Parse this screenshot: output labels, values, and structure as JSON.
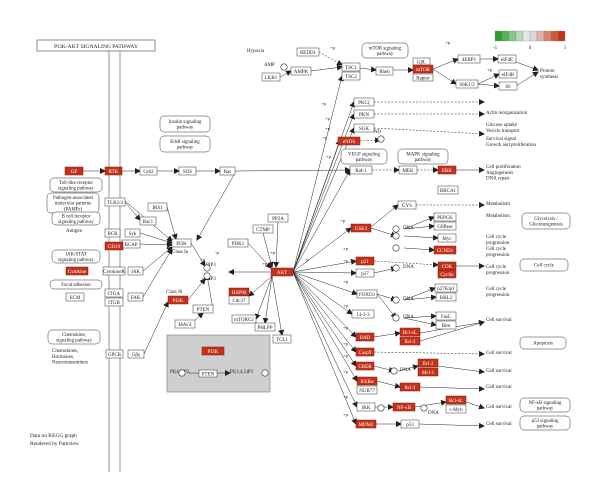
{
  "title": "PI3K-AKT SIGNALING PATHWAY",
  "footer": {
    "line1": "Data on KEGG graph",
    "line2": "Rendered by Pathview"
  },
  "legend": {
    "ticks": [
      "-1",
      "0",
      "1"
    ],
    "colors": [
      "#2e9d2e",
      "#58b058",
      "#88c688",
      "#b6dcb6",
      "#e6e6e6",
      "#d8d8d8",
      "#e2b0a4",
      "#d98470",
      "#cf5638",
      "#c4321b"
    ]
  },
  "colors": {
    "up": "#c4321b",
    "neutral": "#ffffff"
  },
  "genes": {
    "gf": "GF",
    "rtk": "RTK",
    "grb2": "Grb2",
    "sos": "SOS",
    "ras": "Ras",
    "tlr24": "TLR2/4",
    "rac1": "Rac1",
    "bcr": "BCR",
    "syk": "Syk",
    "bcap": "BCAP",
    "cd19": "CD19",
    "cytokine": "Cytokine",
    "cytokiner": "CytokineR",
    "jak": "JAK",
    "ecm": "ECM",
    "itga": "ITGA",
    "itgb": "ITGB",
    "fak": "FAK",
    "irs1": "IRS1",
    "pi3k_1a": "PI3K",
    "pi3k_1b": "PI3K",
    "pdk1": "PDK1",
    "ctmp": "CTMP",
    "pp2a": "PP2A",
    "akt": "AKT",
    "hsp90": "HSP90",
    "cdc37": "Cdc37",
    "mtorc2": "mTORC2",
    "phlpp": "PHLPP",
    "tcl1": "TCL1",
    "pten": "PTEN",
    "magi": "MAGI",
    "gpcr": "GPCR",
    "gbg": "Gβγ",
    "ampk": "AMPK",
    "lkb1": "LKB1",
    "redd1": "REDD1",
    "tsc1": "TSC1",
    "tsc2": "TSC2",
    "rheb": "Rheb",
    "gbl": "GβL",
    "mtor": "mTOR",
    "raptor": "Raptor",
    "ebp": "4EBP1",
    "eif4e": "eIF4E",
    "eif4b": "eIF4B",
    "s6k": "S6K1/2",
    "s6": "S6",
    "pkcz": "PKCζ",
    "pkn": "PKN",
    "sgk": "SGK",
    "enos": "eNOS",
    "raf1": "Raf-1",
    "mek": "MEK",
    "erk": "ERK",
    "brca1": "BRCA1",
    "gys": "GYS",
    "gsk3": "GSK3",
    "pepck": "PEPCK",
    "g6pase": "G6Pase",
    "myc": "Myc",
    "ccnd1": "CCND1",
    "p21": "p21",
    "p27": "p27",
    "cdk": "CDK",
    "cyclin": "Cyclin",
    "foxo3": "FOXO3",
    "p27kip1": "p27Kip1",
    "rbl2": "RBL2",
    "fasl": "FasL",
    "bim": "Bim",
    "b1433": "14-3-3",
    "bad": "BAD",
    "bclxl": "Bcl-xL",
    "bcl2": "Bcl-2",
    "casp9": "Casp9",
    "creb": "CREB",
    "bcl2b": "Bcl-2",
    "mcl1": "Mcl-1",
    "rxra": "RXRα",
    "nur77": "NUR77",
    "bcl2c": "Bcl-2",
    "ikk": "IKK",
    "nfkb": "NF-κB",
    "bclxl2": "Bcl-xL",
    "cmyb": "c-Myb",
    "mdm2": "MDM2",
    "p53": "p53",
    "pi3k_box": "PI3K",
    "pten_box": "PTEN"
  },
  "pathways": {
    "insulin": [
      "Insulin signaling",
      "pathway"
    ],
    "erbb": [
      "ErbB signaling",
      "pathway"
    ],
    "tlr": [
      "Toll-like receptor",
      "signaling pathway"
    ],
    "pamps": [
      "Pathogen-associated",
      "molecular patterns",
      "(PAMPs)"
    ],
    "bcell": [
      "B cell receptor",
      "signaling pathway"
    ],
    "jakstat": [
      "JAK/STAT",
      "signaling pathway"
    ],
    "focal": [
      "Focal adhesion"
    ],
    "chemokine": [
      "Chemokine,",
      "signaling pathway"
    ],
    "mtor": [
      "mTOR signaling",
      "pathway"
    ],
    "vegf": [
      "VEGF signaling",
      "pathway"
    ],
    "mapk": [
      "MAPK signaling",
      "pathway"
    ],
    "glyco": [
      "Glycolysis /",
      "Gluconeogenesis"
    ],
    "cellcycle": [
      "Cell cycle"
    ],
    "apoptosis": [
      "Apoptosis"
    ],
    "nfkb": [
      "NF-κB signaling",
      "pathway"
    ],
    "p53": [
      "p53 signaling",
      "pathway"
    ]
  },
  "labels": {
    "hypoxia": "Hypoxia",
    "amp": "AMP",
    "no": "NO",
    "dna": "DNA",
    "class1a": "Class Ia",
    "class1b": "Class Ib",
    "pip3": "PIP3",
    "pip3b": "PIP3",
    "antigen": "Antigen",
    "chemokines": [
      "Chemokines,",
      "Hormones,",
      "Neurotransmitters"
    ],
    "pi45p2": "PI(4,5)P2",
    "pi345p3": "PI(3,4,5)P3",
    "plus_p": "+p",
    "minus_p": "-p",
    "plus_u": "+u",
    "p": "p",
    "protein_synthesis": [
      "Protein",
      "synthesis"
    ],
    "glucose": [
      "Glucose uptake",
      "Vesicle transport"
    ],
    "actin": "Actin reorganization",
    "survival_growth": [
      "Survival signal",
      "Growth and proliferation"
    ],
    "proliferation": [
      "Cell proliferation",
      "Angiogenesis",
      "DNA repair"
    ],
    "metabolism": "Metabolism",
    "metabolism2": "Metabolism",
    "progression": [
      "Cell cycle",
      "progression"
    ],
    "survival": "Cell survival"
  }
}
